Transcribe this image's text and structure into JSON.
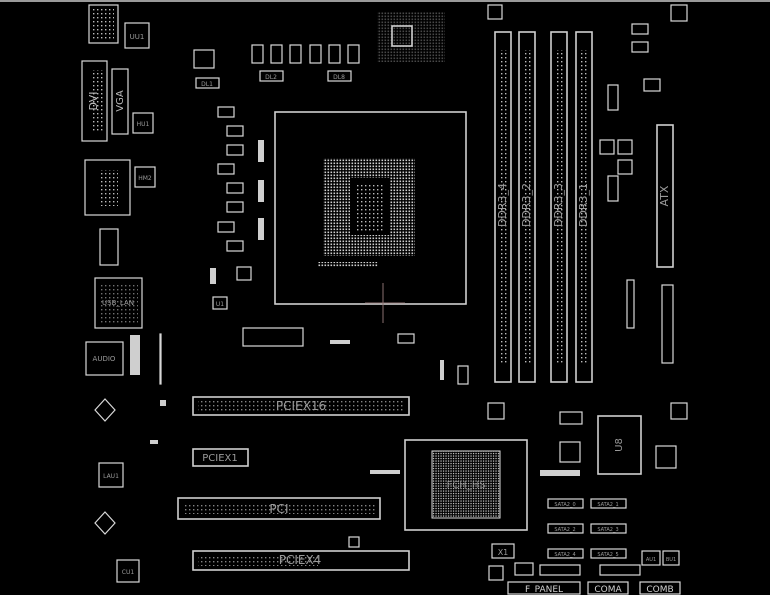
{
  "board": {
    "background": "#000000",
    "outline_color": "#d8d8d8",
    "connectors": {
      "dvi": "DVI",
      "vga": "VGA",
      "usb_lan": "USB_LAN",
      "audio": "AUDIO",
      "atx": "ATX",
      "f_panel": "F_PANEL",
      "coma": "COMA",
      "comb": "COMB"
    },
    "slots": {
      "ddr3_4": "DDR3_4",
      "ddr3_2": "DDR3_2",
      "ddr3_3": "DDR3_3",
      "ddr3_1": "DDR3_1",
      "pciex16": "PCIEX16",
      "pciex1": "PCIEX1",
      "pci": "PCI",
      "pciex4": "PCIEX4"
    },
    "chips": {
      "uu1": "UU1",
      "hu1": "HU1",
      "hm2": "HM2",
      "dl1": "DL1",
      "dl2": "DL2",
      "dl8": "DL8",
      "u1": "U1",
      "lau1": "LAU1",
      "cu1": "CU1",
      "fch": "FCH_HS",
      "u8": "U8",
      "x1": "X1",
      "au1": "AU1",
      "bu1": "BU1",
      "sata1": "SATA2_0",
      "sata2": "SATA2_1",
      "sata3": "SATA2_2",
      "sata4": "SATA2_3",
      "sata5": "SATA2_4",
      "sata6": "SATA2_5"
    }
  }
}
